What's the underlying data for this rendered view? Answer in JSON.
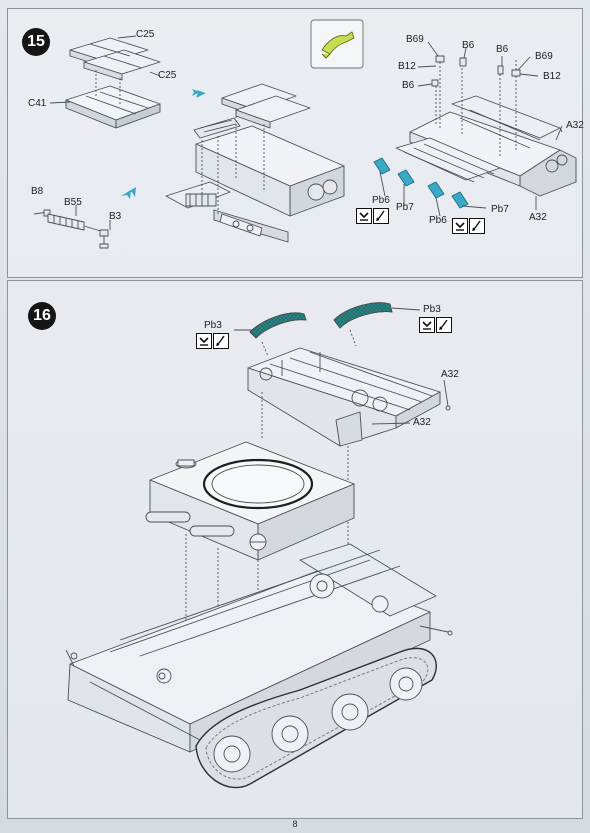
{
  "page_number": "8",
  "step15": {
    "number": "15",
    "labels": {
      "c25a": "C25",
      "c25b": "C25",
      "c41": "C41",
      "b8": "B8",
      "b55": "B55",
      "b3": "B3",
      "b69a": "B69",
      "b6a": "B6",
      "b6b": "B6",
      "b69b": "B69",
      "b12a": "B12",
      "b12b": "B12",
      "b6c": "B6",
      "a32a": "A32",
      "a32b": "A32",
      "pb6a": "Pb6",
      "pb7a": "Pb7",
      "pb6b": "Pb6",
      "pb7b": "Pb7"
    }
  },
  "step16": {
    "number": "16",
    "labels": {
      "pb3a": "Pb3",
      "pb3b": "Pb3",
      "a32a": "A32",
      "a32b": "A32"
    }
  },
  "icons": {
    "bend": "bend-icon",
    "paint": "paint-brush-icon"
  },
  "colors": {
    "arrow": "#3aa9c8",
    "mesh": "#2d8a87",
    "clip": "#c7dc4e",
    "line": "#4a4f57"
  }
}
